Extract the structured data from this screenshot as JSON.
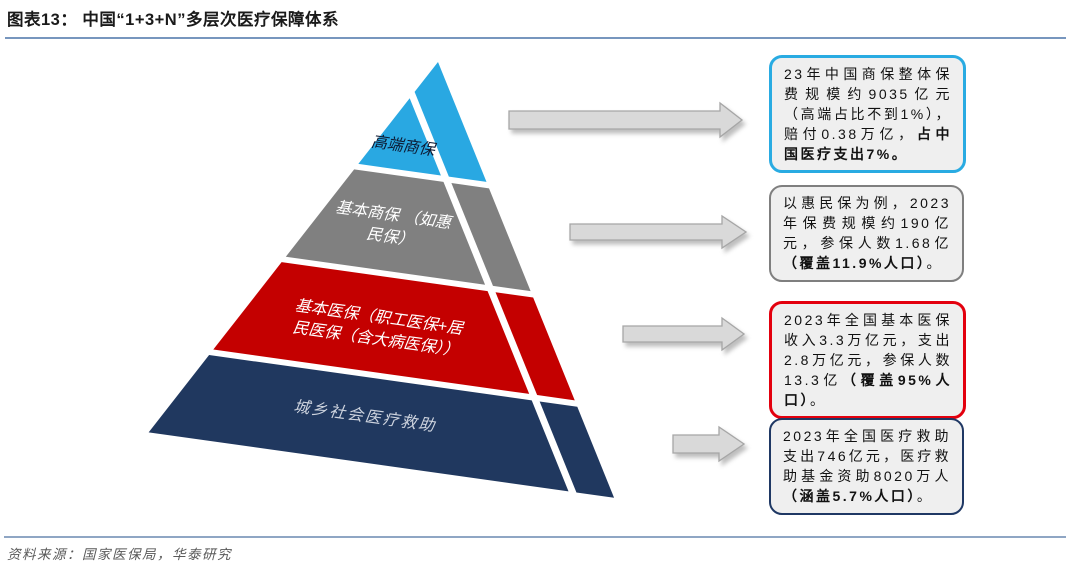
{
  "header": {
    "title": "图表13： 中国“1+3+N”多层次医疗保障体系"
  },
  "pyramid": {
    "layers": [
      {
        "label": "高端商保",
        "color": "#29a8e2"
      },
      {
        "label_line1": "基本商保 （如惠",
        "label_line2": "民保）",
        "color": "#808080"
      },
      {
        "label_line1": "基本医保（职工医保+居",
        "label_line2": "民医保（含大病医保））",
        "color": "#c40000"
      },
      {
        "label": "城乡社会医疗救助",
        "color": "#20385f"
      }
    ]
  },
  "callouts": [
    {
      "icon": "right-arrow-icon",
      "border_color": "#29abe2",
      "pre": "23年中国商保整体保费规模约9035亿元（高端占比不到1%），赔付0.38万亿，",
      "bold": "占中国医疗支出7%。",
      "post": ""
    },
    {
      "icon": "right-arrow-icon",
      "border_color": "#7f7f7f",
      "pre": "以惠民保为例，2023年保费规模约190亿元，参保人数1.68亿",
      "bold": "（覆盖11.9%人口）",
      "post": "。"
    },
    {
      "icon": "right-arrow-icon",
      "border_color": "#e3000e",
      "pre": "2023年全国基本医保收入3.3万亿元，支出2.8万亿元，参保人数13.3亿",
      "bold": "（覆盖95%人口）",
      "post": "。"
    },
    {
      "icon": "right-arrow-icon",
      "border_color": "#1f3864",
      "pre": "2023年全国医疗救助支出746亿元，医疗救助基金资助8020万人",
      "bold": "（涵盖5.7%人口）",
      "post": "。"
    }
  ],
  "footer": {
    "source": "资料来源：国家医保局，华泰研究"
  },
  "colors": {
    "title_rule": "#7796be",
    "footer_rule": "#8fa6c4",
    "box_background": "#efefef",
    "arrow_fill": "#d9d9d9",
    "arrow_stroke": "#a6a6a6",
    "layer_blue": "#29a8e2",
    "layer_gray": "#808080",
    "layer_red": "#c40000",
    "layer_navy": "#20385f"
  }
}
